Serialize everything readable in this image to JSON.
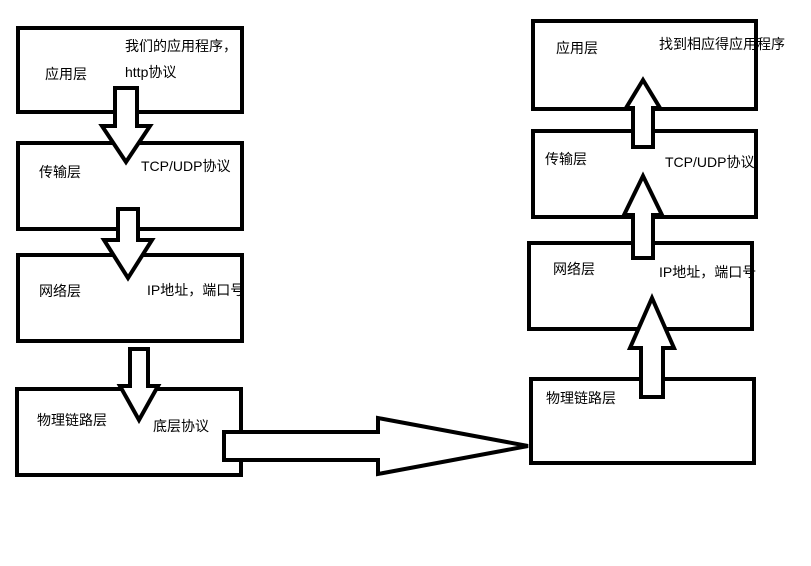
{
  "colors": {
    "stroke": "#000000",
    "background": "#ffffff"
  },
  "left_stack": {
    "application": {
      "name": "应用层",
      "note_line1": "我们的应用程序，",
      "note_line2": "http协议"
    },
    "transport": {
      "name": "传输层",
      "note": "TCP/UDP协议"
    },
    "network": {
      "name": "网络层",
      "note": "IP地址，端口号"
    },
    "physical": {
      "name": "物理链路层",
      "note": "底层协议"
    }
  },
  "right_stack": {
    "application": {
      "name": "应用层",
      "note": "找到相应得应用程序"
    },
    "transport": {
      "name": "传输层",
      "note": "TCP/UDP协议"
    },
    "network": {
      "name": "网络层",
      "note": "IP地址，端口号"
    },
    "physical": {
      "name": "物理链路层"
    }
  }
}
